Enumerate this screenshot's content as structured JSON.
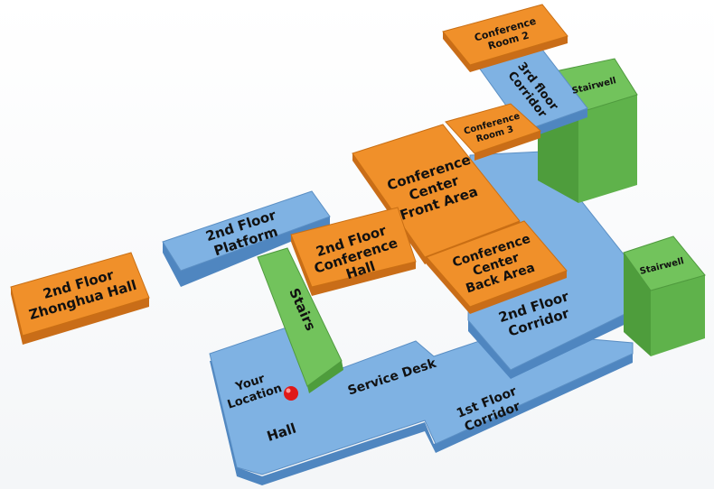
{
  "colors": {
    "room": "#f0902a",
    "corridor": "#7fb2e3",
    "stairs": "#72c35c",
    "marker": "#e01818"
  },
  "rooms": {
    "conference_room_2": [
      "Conference",
      "Room 2"
    ],
    "third_floor_corridor": [
      "3rd floor",
      "Corridor"
    ],
    "stairwell_top": "Stairwell",
    "conference_room_3": [
      "Conference",
      "Room 3"
    ],
    "conference_front": [
      "Conference",
      "Center",
      "Front Area"
    ],
    "platform": [
      "2nd Floor",
      "Platform"
    ],
    "conference_hall": [
      "2nd Floor",
      "Conference",
      "Hall"
    ],
    "conference_back": [
      "Conference",
      "Center",
      "Back Area"
    ],
    "stairwell_right": "Stairwell",
    "zhonghua_hall": [
      "2nd Floor",
      "Zhonghua Hall"
    ],
    "stairs": "Stairs",
    "second_floor_corridor": [
      "2nd Floor",
      "Corridor"
    ],
    "your_location": [
      "Your",
      "Location"
    ],
    "service_desk": "Service Desk",
    "first_floor_corridor": [
      "1st Floor",
      "Corridor"
    ],
    "hall": "Hall"
  }
}
